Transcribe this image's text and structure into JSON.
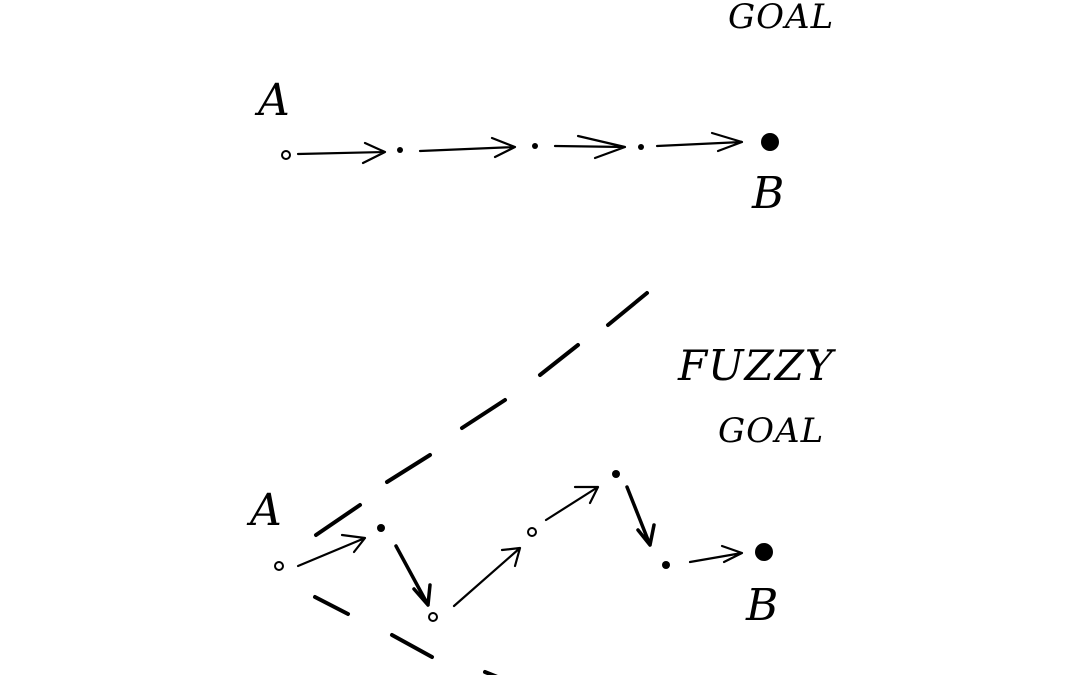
{
  "top_diagram": {
    "goal_label": "GOAL",
    "start_label": "A",
    "end_label": "B"
  },
  "bottom_diagram": {
    "fuzzy_label": "FUZZY",
    "goal_label": "GOAL",
    "start_label": "A",
    "end_label": "B"
  }
}
